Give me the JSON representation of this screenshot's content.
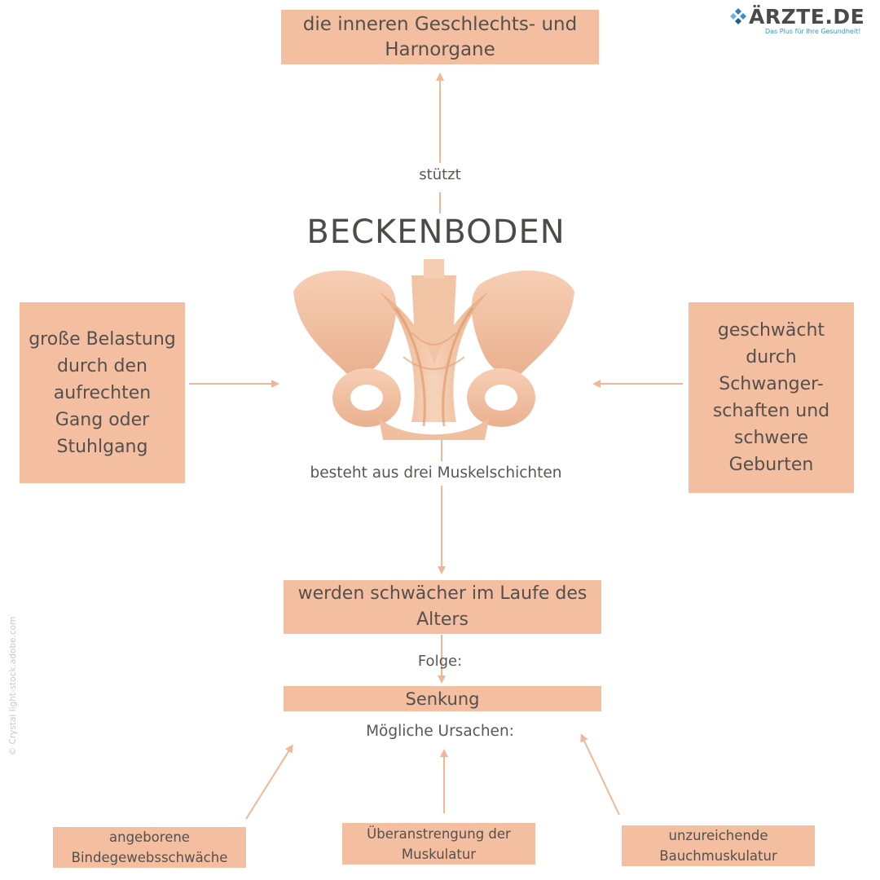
{
  "title": "BECKENBODEN",
  "logo": {
    "name": "ÄRZTE.DE",
    "tagline": "Das Plus für Ihre Gesundheit!"
  },
  "watermark": "© Crystal light-stock.adobe.com",
  "boxes": {
    "top": "die inneren Geschlechts- und Harnorgane",
    "left": "große Belastung durch den aufrechten Gang oder Stuhlgang",
    "right": "geschwächt durch Schwanger-schaften und schwere Geburten",
    "aging": "werden schwächer im Laufe des Alters",
    "senkung": "Senkung"
  },
  "labels": {
    "supports": "stützt",
    "consists": "besteht aus drei Muskelschichten",
    "consequence": "Folge:",
    "causes": "Mögliche Ursachen:"
  },
  "causes": [
    "angeborene Bindegewebsschwäche",
    "Überanstrengung der Muskulatur",
    "unzureichende Bauchmuskulatur"
  ],
  "colors": {
    "box_fill": "#f3bfa0",
    "arrow": "#f0b796",
    "text": "#55504d",
    "logo_accent": "#3b8fd0"
  }
}
